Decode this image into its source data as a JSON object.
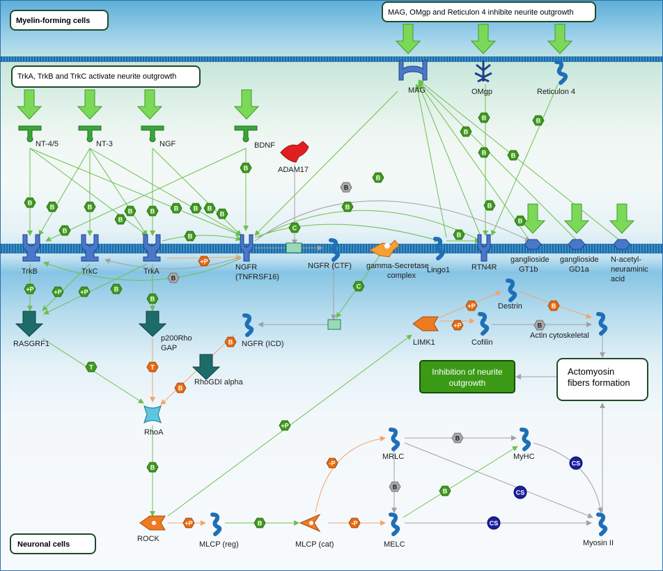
{
  "regions": {
    "top": "Myelin-forming cells",
    "bottom": "Neuronal cells"
  },
  "notes": {
    "trk": "TrkA, TrkB and TrkC activate neurite outgrowth",
    "mag": "MAG, OMgp and Reticulon 4 inhibite neurite outgrowth"
  },
  "nodes": {
    "nt45": "NT-4/5",
    "nt3": "NT-3",
    "ngf": "NGF",
    "bdnf": "BDNF",
    "adam17": "ADAM17",
    "mag": "MAG",
    "omgp": "OMgp",
    "reticulon4": "Reticulon 4",
    "trkb": "TrkB",
    "trkc": "TrkC",
    "trka": "TrkA",
    "ngfr": [
      "NGFR",
      "(TNFRSF16)"
    ],
    "ngfr_ctf": "NGFR (CTF)",
    "gamma_secretase": [
      "gamma-Secretase",
      "complex"
    ],
    "lingo1": "Lingo1",
    "rtn4r": "RTN4R",
    "gt1b": [
      "ganglioside",
      "GT1b"
    ],
    "gd1a": [
      "ganglioside",
      "GD1a"
    ],
    "neuraminic": [
      "N-acetyl-",
      "neuraminic",
      "acid"
    ],
    "rasgrf1": "RASGRF1",
    "p200": [
      "p200Rho",
      "GAP"
    ],
    "ngfr_icd": "NGFR (ICD)",
    "rhogdi": "RhoGDI alpha",
    "rhoa": "RhoA",
    "limk1": "LIMK1",
    "destrin": "Destrin",
    "cofilin": "Cofilin",
    "actin": "Actin cytoskeletal",
    "rock": "ROCK",
    "mlcp_reg": "MLCP (reg)",
    "mlcp_cat": "MLCP (cat)",
    "mrlc": "MRLC",
    "melc": "MELC",
    "myhc": "MyHC",
    "myosin2": "Myosin II"
  },
  "outcomes": {
    "inhibition": [
      "Inhibition of neurite",
      "outgrowth"
    ],
    "actomyosin": [
      "Actomyosin",
      "fibers formation"
    ]
  },
  "edge_badges": [
    "B",
    "C",
    "T",
    "+P",
    "-P",
    "CS"
  ],
  "colors": {
    "binding": "#3f9a1e",
    "binding_border": "#2d6e12",
    "phospho": "#e86a10",
    "grey_badge": "#aaaaaa",
    "cs": "#1b1f9c",
    "membrane": "#2d7fb8",
    "green_arrow": "#7cd957",
    "outcome_fill": "#3a9a16",
    "receptor": "#4a78c8",
    "ligand": "#3aa63a",
    "teal": "#1e6c6a",
    "orange_enzyme": "#f07a20",
    "edge_green": "#6cbf4c",
    "edge_orange": "#f5a36a",
    "edge_grey": "#a0a0a0"
  }
}
